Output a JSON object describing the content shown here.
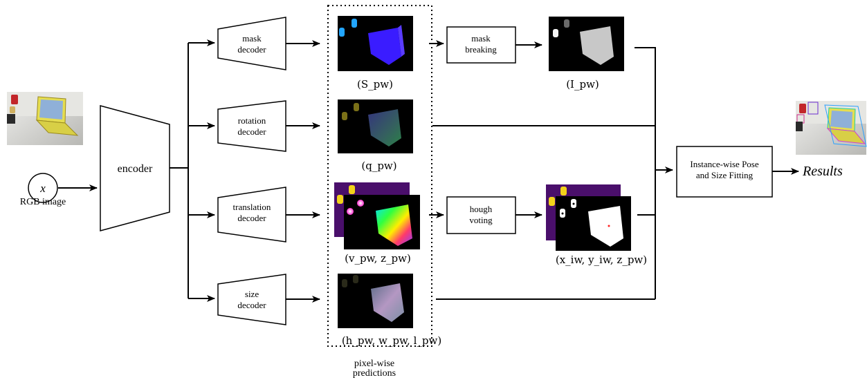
{
  "input": {
    "symbol": "x",
    "label": "RGB image"
  },
  "encoder": {
    "label": "encoder"
  },
  "decoders": {
    "mask": [
      "mask",
      "decoder"
    ],
    "rotation": [
      "rotation",
      "decoder"
    ],
    "translation": [
      "translation",
      "decoder"
    ],
    "size": [
      "size",
      "decoder"
    ]
  },
  "predictions": {
    "mask_label": "(S_pw)",
    "rotation_label": "(q_pw)",
    "translation_label": "(v_pw, z_pw)",
    "size_label": "(h_pw, w_pw, l_pw)",
    "group_caption": [
      "pixel-wise",
      "predictions"
    ]
  },
  "processing": {
    "mask_breaking": [
      "mask",
      "breaking"
    ],
    "hough_voting": [
      "hough",
      "voting"
    ],
    "mask_output_label": "(I_pw)",
    "hough_output_label": "(x_iw, y_iw, z_pw)"
  },
  "fitting": {
    "label": [
      "Instance-wise Pose",
      "and Size Fitting"
    ]
  },
  "results": {
    "label": "Results"
  },
  "colors": {
    "mask_blue": "#3a1cff",
    "cup_cyan": "#22a6ff",
    "yellow": "#f2d21a",
    "purple_bg": "#4a0f6b",
    "gray_mask": "#c8c8c8"
  }
}
